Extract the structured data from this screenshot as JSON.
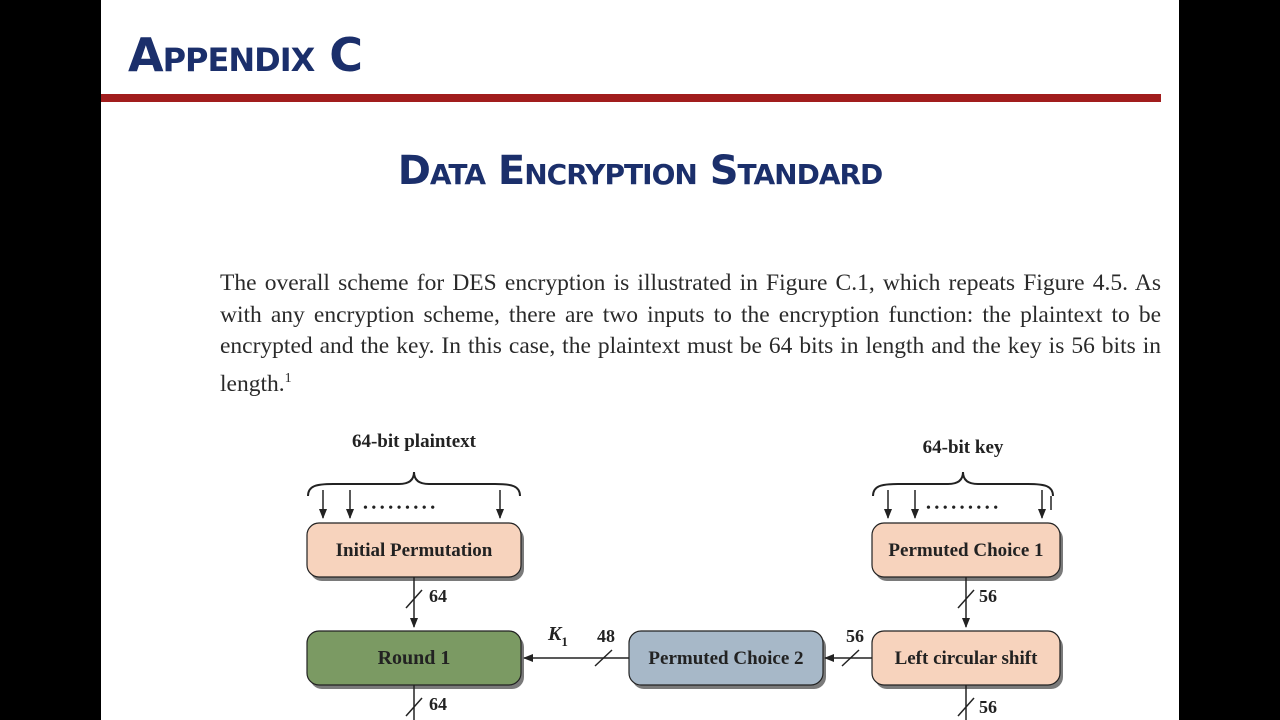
{
  "header": {
    "title": "Appendix C"
  },
  "section": {
    "title": "Data Encryption Standard"
  },
  "paragraph": {
    "text": "The overall scheme for DES encryption is illustrated in Figure C.1, which repeats Figure 4.5. As with any encryption scheme, there are two inputs to the encryption function: the plaintext to be encrypted and the key. In this case, the plaintext must be 64 bits in length and the key is 56 bits in length.",
    "footnote_ref": "1"
  },
  "diagram": {
    "plaintext_label": "64-bit plaintext",
    "key_label": "64-bit key",
    "dots": "• • • • • • • • •",
    "boxes": {
      "initial_permutation": "Initial Permutation",
      "permuted_choice_1": "Permuted Choice 1",
      "round_1": "Round 1",
      "permuted_choice_2": "Permuted Choice 2",
      "left_circular_shift": "Left circular shift"
    },
    "wire_labels": {
      "ip_to_round": "64",
      "pc1_to_shift": "56",
      "shift_to_pc2": "56",
      "pc2_to_round": "48",
      "subkey": "K",
      "subkey_sub": "1",
      "round_out": "64",
      "shift_out": "56"
    },
    "colors": {
      "peach_box": "#f7d3bd",
      "green_box": "#7b9a63",
      "blue_box": "#a7b8c8",
      "shadow": "#7a7a7a"
    }
  }
}
